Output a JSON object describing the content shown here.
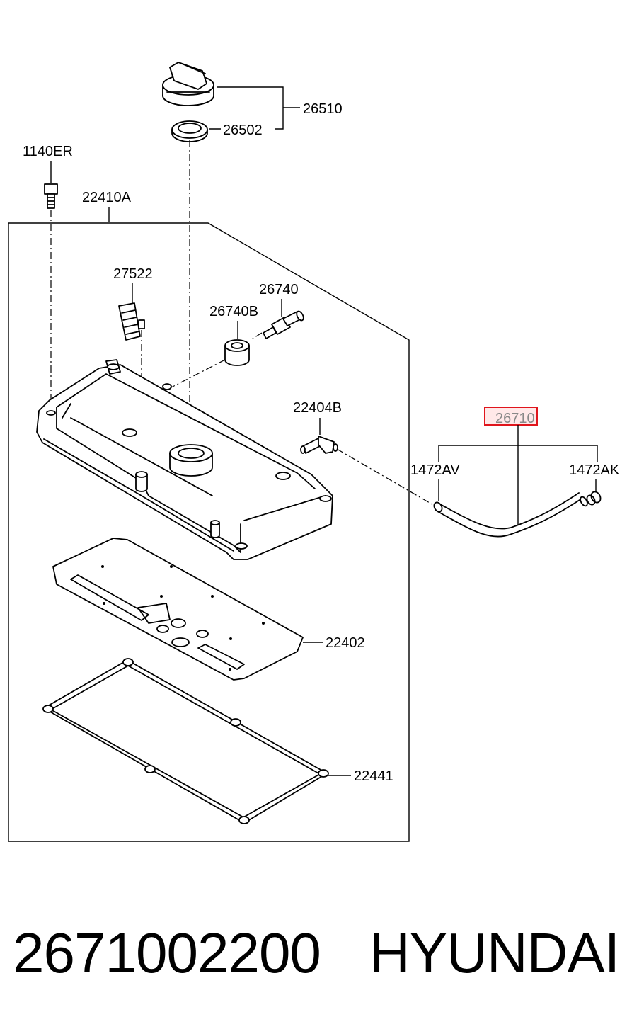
{
  "diagram": {
    "labels": {
      "cap": "26510",
      "cap_seal": "26502",
      "bolt": "1140ER",
      "cover_assy": "22410A",
      "clip": "27522",
      "pcv_valve": "26740",
      "grommet": "26740B",
      "elbow": "22404B",
      "hose": "26710",
      "clamp_left": "1472AV",
      "clamp_right": "1472AK",
      "baffle": "22402",
      "gasket": "22441"
    },
    "highlight_color": "#e0151c"
  },
  "footer": {
    "part_number": "2671002200",
    "brand": "HYUNDAI"
  }
}
